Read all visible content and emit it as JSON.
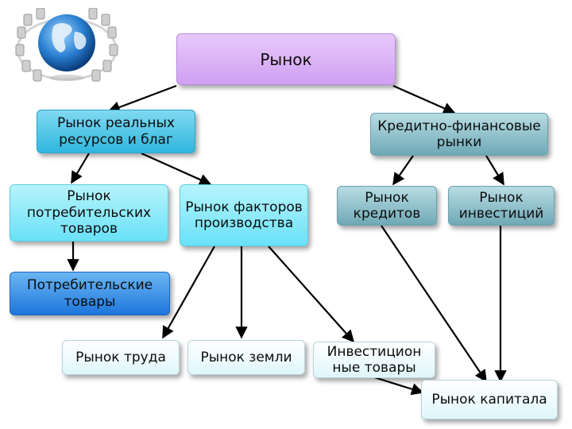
{
  "nodes": {
    "market": "Рынок",
    "real_resources": "Рынок реальных ресурсов и благ",
    "credit_finance": "Кредитно-финансовые рынки",
    "consumer_goods_market": "Рынок потребительских товаров",
    "factors_market": "Рынок факторов производства",
    "credit_market": "Рынок кредитов",
    "investment_market": "Рынок инвестиций",
    "consumer_goods": "Потребительские товары",
    "labor_market": "Рынок труда",
    "land_market": "Рынок земли",
    "investment_goods": "Инвестицион ные товары",
    "capital_market": "Рынок капитала"
  },
  "colors": {
    "arrow": "#000000",
    "purple": "#cfa0f2",
    "teal": "#2fb7df",
    "aqua": "#69e1f7",
    "gray": "#6fa9b6",
    "blue": "#1f76dc"
  },
  "icon": "globe-meeting-icon"
}
